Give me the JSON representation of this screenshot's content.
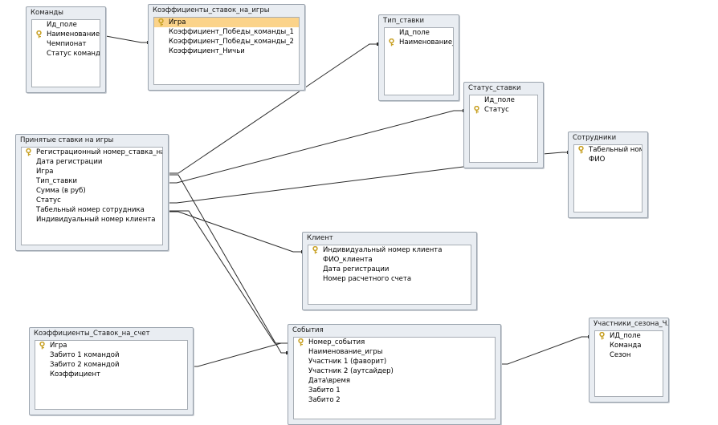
{
  "tables": {
    "komandy": {
      "title": "Команды",
      "fields": [
        {
          "label": "Ид_поле",
          "key": false
        },
        {
          "label": "Наименование",
          "key": true
        },
        {
          "label": "Чемпионат",
          "key": false
        },
        {
          "label": "Статус команды (к",
          "key": false
        }
      ]
    },
    "koef_igry": {
      "title": "Коэффициенты_ставок_на_игры",
      "fields": [
        {
          "label": "Игра",
          "key": true,
          "selected": true
        },
        {
          "label": "Коэффициент_Победы_команды_1",
          "key": false
        },
        {
          "label": "Коэффициент_Победы_команды_2",
          "key": false
        },
        {
          "label": "Коэффициент_Ничьи",
          "key": false
        }
      ]
    },
    "tip_stavki": {
      "title": "Тип_ставки",
      "fields": [
        {
          "label": "Ид_поле",
          "key": false
        },
        {
          "label": "Наименование_ст",
          "key": true
        }
      ]
    },
    "status_stavki": {
      "title": "Статус_ставки",
      "fields": [
        {
          "label": "Ид_поле",
          "key": false
        },
        {
          "label": "Статус",
          "key": true
        }
      ]
    },
    "sotrudniki": {
      "title": "Сотрудники",
      "fields": [
        {
          "label": "Табельный номер",
          "key": true
        },
        {
          "label": "ФИО",
          "key": false
        }
      ]
    },
    "prinyatye": {
      "title": "Принятые ставки на игры",
      "fields": [
        {
          "label": "Регистрационный номер_ставка_на_игру",
          "key": true
        },
        {
          "label": "Дата регистрации",
          "key": false
        },
        {
          "label": "Игра",
          "key": false
        },
        {
          "label": "Тип_ставки",
          "key": false
        },
        {
          "label": "Сумма (в руб)",
          "key": false
        },
        {
          "label": "Статус",
          "key": false
        },
        {
          "label": "Табельный номер сотрудника",
          "key": false
        },
        {
          "label": "Индивидуальный номер клиента",
          "key": false
        }
      ]
    },
    "klient": {
      "title": "Клиент",
      "fields": [
        {
          "label": "Индивидуальный номер клиента",
          "key": true
        },
        {
          "label": "ФИО_клиента",
          "key": false
        },
        {
          "label": "Дата регистрации",
          "key": false
        },
        {
          "label": "Номер расчетного счета",
          "key": false
        }
      ]
    },
    "koef_schet": {
      "title": "Коэффициенты_Ставок_на_счет",
      "fields": [
        {
          "label": "Игра",
          "key": true
        },
        {
          "label": "Забито 1 командой",
          "key": false
        },
        {
          "label": "Забито 2 командой",
          "key": false
        },
        {
          "label": "Коэффициент",
          "key": false
        }
      ]
    },
    "sobytiya": {
      "title": "События",
      "fields": [
        {
          "label": "Номер_события",
          "key": true
        },
        {
          "label": "Наименование_игры",
          "key": false
        },
        {
          "label": "Участник 1 (фаворит)",
          "key": false
        },
        {
          "label": "Участник 2 (аутсайдер)",
          "key": false
        },
        {
          "label": "Дата\\время",
          "key": false
        },
        {
          "label": "Забито 1",
          "key": false
        },
        {
          "label": "Забито 2",
          "key": false
        }
      ]
    },
    "uchastniki": {
      "title": "Участники_сезона_Ч...",
      "fields": [
        {
          "label": "ИД_поле",
          "key": true
        },
        {
          "label": "Команда",
          "key": false
        },
        {
          "label": "Сезон",
          "key": false
        }
      ]
    }
  },
  "colors": {
    "table_bg": "#e9edf2",
    "selected_row": "#fbd38a",
    "link_line": "#2b2b2b",
    "key_icon": "#c9a227"
  }
}
